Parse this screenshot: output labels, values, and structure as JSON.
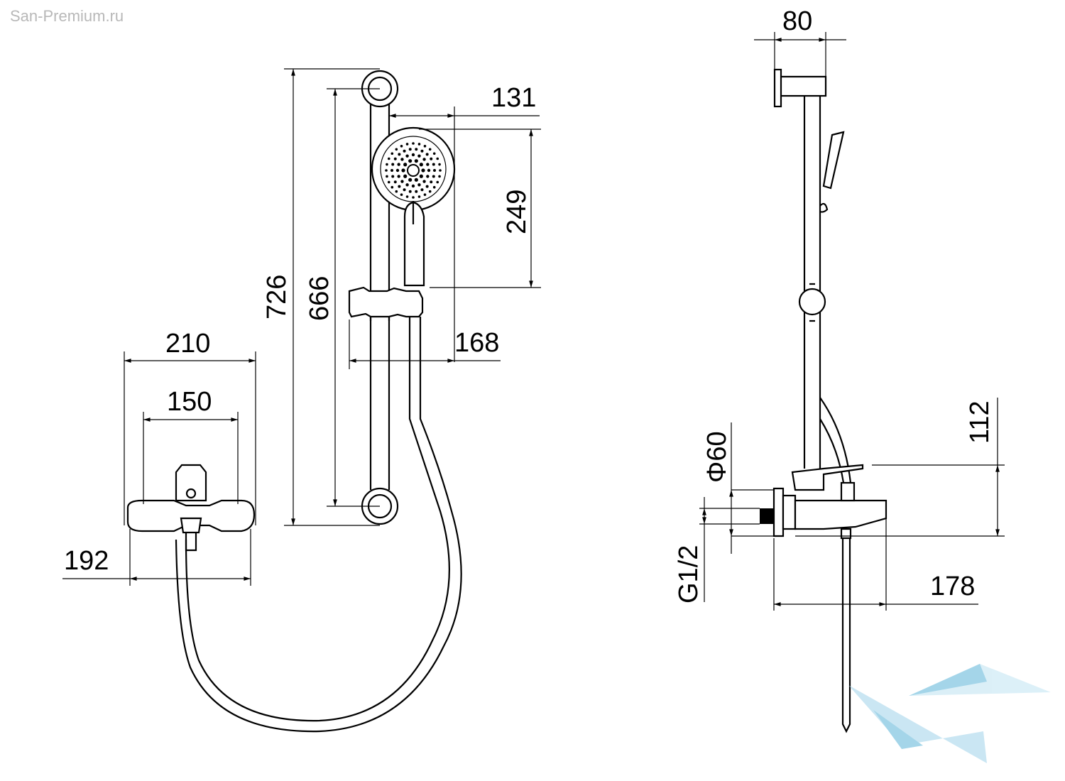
{
  "watermark": "San-Premium.ru",
  "brand_color": "#5bb4d8",
  "front_view": {
    "dimensions": {
      "overall_height": "726",
      "bar_height": "666",
      "shower_head_projection": "131",
      "shower_head_height": "249",
      "holder_projection": "168",
      "mixer_width": "210",
      "mixer_centers": "150",
      "mixer_base_width": "192"
    }
  },
  "side_view": {
    "dimensions": {
      "wall_bracket_depth": "80",
      "lever_height": "112",
      "flange_diameter": "Φ60",
      "connection_thread": "G1/2",
      "spout_projection": "178"
    }
  }
}
